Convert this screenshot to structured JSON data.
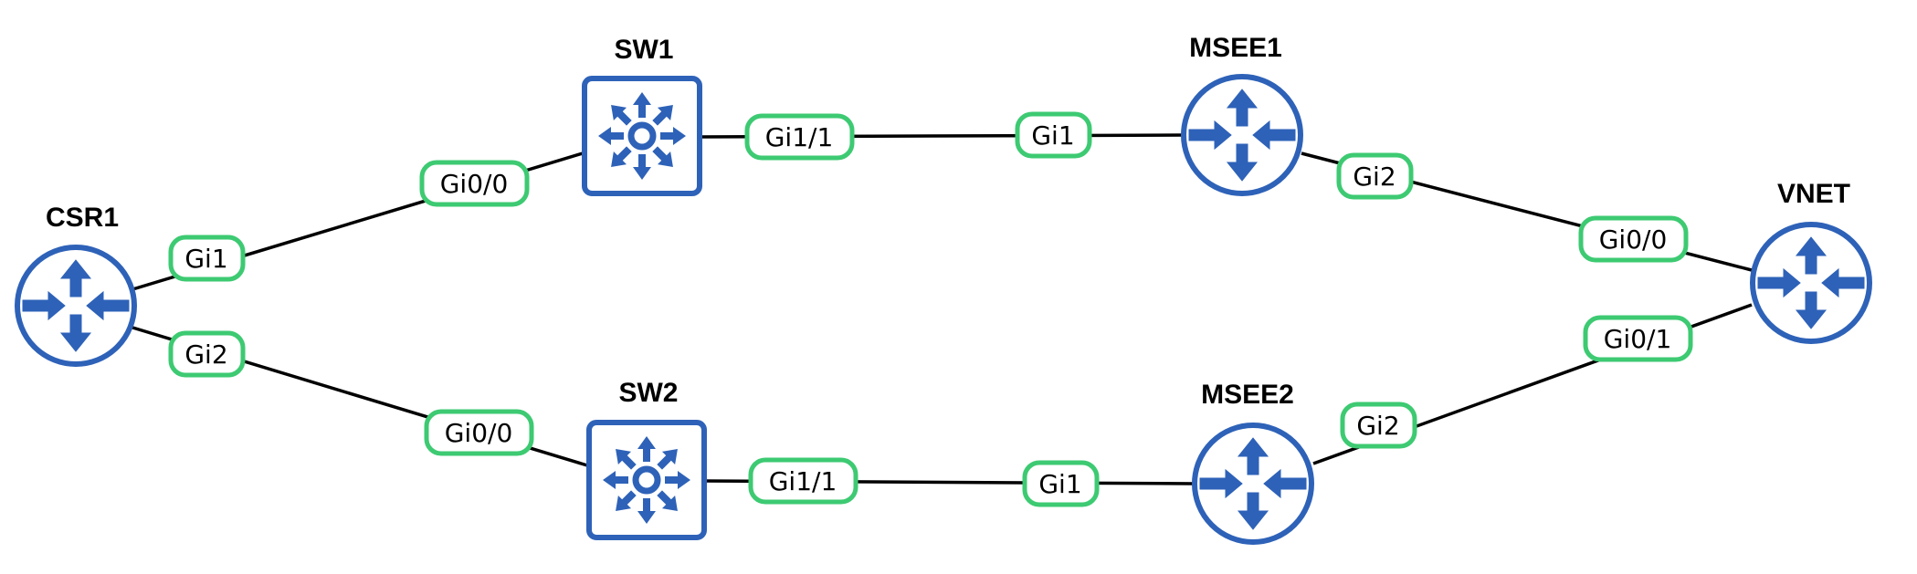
{
  "colors": {
    "device_blue": "#2e62b8",
    "port_green": "#3dca72",
    "link_black": "#000000"
  },
  "nodes": {
    "csr1": {
      "label": "CSR1",
      "kind": "router",
      "icon": "router-icon"
    },
    "sw1": {
      "label": "SW1",
      "kind": "switch",
      "icon": "layer3-switch-icon"
    },
    "sw2": {
      "label": "SW2",
      "kind": "switch",
      "icon": "layer3-switch-icon"
    },
    "msee1": {
      "label": "MSEE1",
      "kind": "router",
      "icon": "router-icon"
    },
    "msee2": {
      "label": "MSEE2",
      "kind": "router",
      "icon": "router-icon"
    },
    "vnet": {
      "label": "VNET",
      "kind": "router",
      "icon": "router-icon"
    }
  },
  "links": [
    {
      "from": "CSR1",
      "from_port": "Gi1",
      "to": "SW1",
      "to_port": "Gi0/0"
    },
    {
      "from": "CSR1",
      "from_port": "Gi2",
      "to": "SW2",
      "to_port": "Gi0/0"
    },
    {
      "from": "SW1",
      "from_port": "Gi1/1",
      "to": "MSEE1",
      "to_port": "Gi1"
    },
    {
      "from": "SW2",
      "from_port": "Gi1/1",
      "to": "MSEE2",
      "to_port": "Gi1"
    },
    {
      "from": "MSEE1",
      "from_port": "Gi2",
      "to": "VNET",
      "to_port": "Gi0/0"
    },
    {
      "from": "MSEE2",
      "from_port": "Gi2",
      "to": "VNET",
      "to_port": "Gi0/1"
    }
  ],
  "ports": {
    "csr1_gi1": "Gi1",
    "csr1_gi2": "Gi2",
    "sw1_gi00": "Gi0/0",
    "sw1_gi11": "Gi1/1",
    "sw2_gi00": "Gi0/0",
    "sw2_gi11": "Gi1/1",
    "msee1_gi1": "Gi1",
    "msee1_gi2": "Gi2",
    "msee2_gi1": "Gi1",
    "msee2_gi2": "Gi2",
    "vnet_gi00": "Gi0/0",
    "vnet_gi01": "Gi0/1"
  }
}
